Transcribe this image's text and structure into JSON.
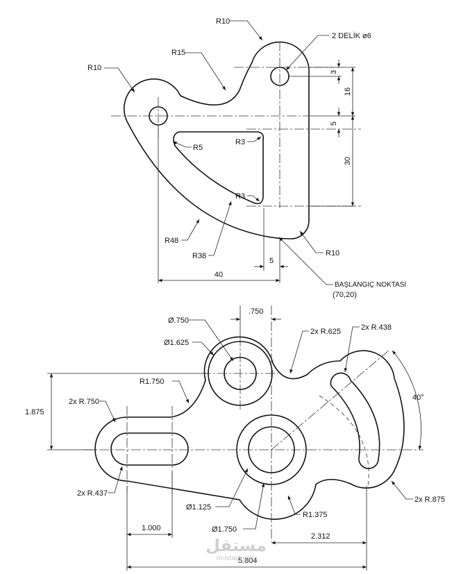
{
  "top_drawing": {
    "labels": {
      "r10_top": "R10",
      "r15": "R15",
      "r10_left": "R10",
      "hole_note": "2  DELİK  ø6",
      "r5": "R5",
      "r3_upper": "R3",
      "r3_lower": "R3",
      "r48": "R48",
      "r38": "R38",
      "r10_bottom": "R10",
      "start_point": "BAŞLANGIÇ NOKTASI",
      "start_coords": "(70,20)"
    },
    "dimensions": {
      "d3": "3",
      "d16": "16",
      "d5_vert": "5",
      "d30": "30",
      "d5_horiz": "5",
      "d40": "40"
    }
  },
  "bottom_drawing": {
    "labels": {
      "dia_750": "Ø.750",
      "dia_1625": "Ø1.625",
      "r1750": "R1.750",
      "r750": "2x R.750",
      "r437": "2x R.437",
      "r625": "2x R.625",
      "r438": "2x R.438",
      "angle": "40°",
      "r875": "2x R.875",
      "dia_1125": "Ø1.125",
      "dia_1750": "Ø1.750",
      "r1375": "R1.375"
    },
    "dimensions": {
      "d750": ".750",
      "d1875": "1.875",
      "d1000": "1.000",
      "d2312": "2.312",
      "d5804": "5.804"
    }
  },
  "watermark": {
    "arabic": "مستقل",
    "latin": "mostaql.com"
  }
}
